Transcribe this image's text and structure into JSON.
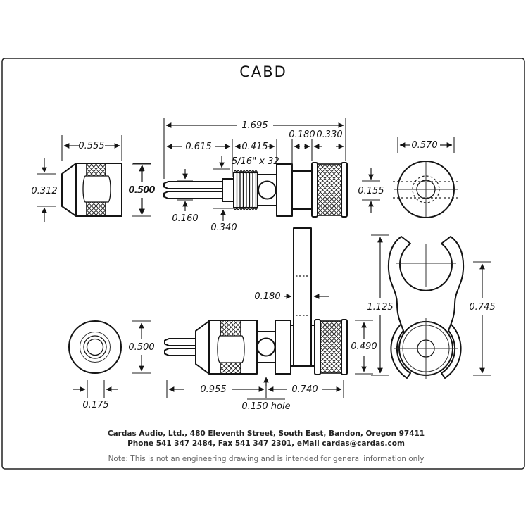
{
  "title": "CABD",
  "views": {
    "cap_side": {
      "width": "0.555",
      "tip_dia": "0.312",
      "body_dia": "0.500"
    },
    "post_side": {
      "overall": "1.695",
      "pin_length": "0.615",
      "thread_length": "0.415",
      "neck": "0.180",
      "barrel": "0.330",
      "thread_spec": "5/16\" x 32",
      "pin_dia": "0.160",
      "thread_dia": "0.340",
      "body_dia": "0.500"
    },
    "end_view": {
      "dia": "0.570",
      "slot": "0.155"
    },
    "cap_end": {
      "hole_dia": "0.175"
    },
    "assembled": {
      "body_dia": "0.500",
      "front_length": "0.955",
      "rear_length": "0.740",
      "hole_note": "0.150 hole",
      "tab_width": "0.180",
      "barrel_dia": "0.490"
    },
    "spade": {
      "overall": "1.125",
      "jaw_depth": "0.745"
    }
  },
  "footer": {
    "company_line": "Cardas Audio, Ltd., 480 Eleventh Street, South East, Bandon, Oregon 97411",
    "contact_line": "Phone 541 347 2484, Fax 541 347 2301, eMail cardas@cardas.com",
    "note": "Note:  This is not an engineering drawing and is intended for general information only"
  }
}
